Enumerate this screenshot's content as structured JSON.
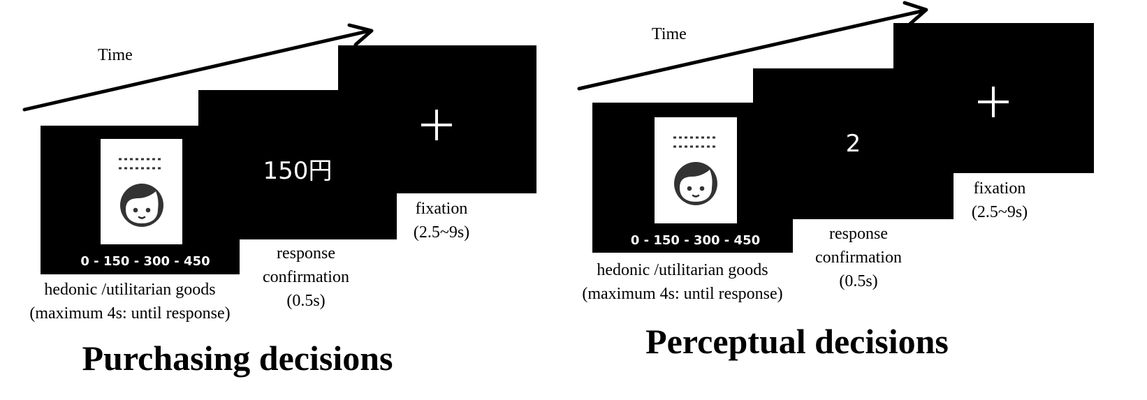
{
  "purchasing": {
    "time_label": "Time",
    "scale": "0 - 150 - 300 - 450",
    "price": "150円",
    "goods_caption": [
      "hedonic /utilitarian goods",
      "(maximum 4s: until response)"
    ],
    "response_caption": [
      "response",
      "confirmation",
      "(0.5s)"
    ],
    "fixation_caption": [
      "fixation",
      "(2.5~9s)"
    ],
    "title": "Purchasing decisions"
  },
  "perceptual": {
    "time_label": "Time",
    "scale": "0 - 150 - 300 - 450",
    "number": "2",
    "goods_caption": [
      "hedonic /utilitarian goods",
      "(maximum 4s: until response)"
    ],
    "response_caption": [
      "response",
      "confirmation",
      "(0.5s)"
    ],
    "fixation_caption": [
      "fixation",
      "(2.5~9s)"
    ],
    "title": "Perceptual decisions"
  },
  "icons": [
    "arrow-icon",
    "face-icon",
    "dotted-lines-icon",
    "fixation-cross-icon"
  ],
  "colors": {
    "screen": "#000000",
    "card": "#ffffff",
    "face": "#333333"
  }
}
